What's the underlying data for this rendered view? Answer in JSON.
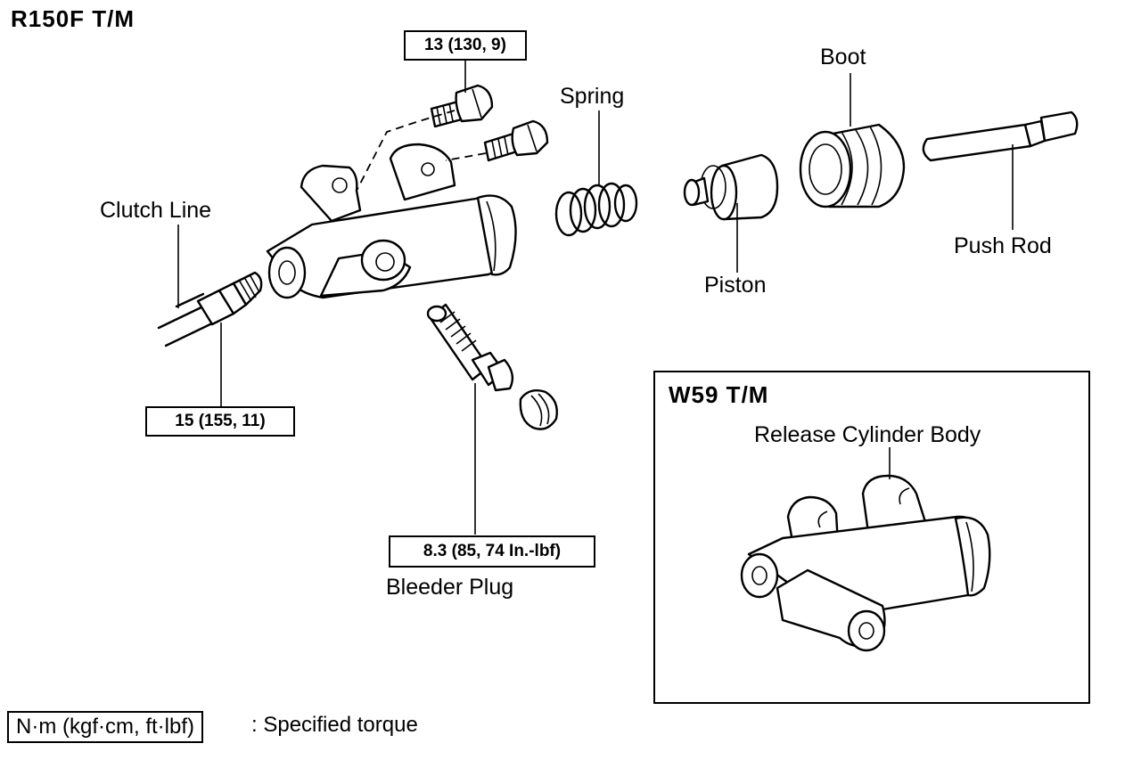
{
  "diagram": {
    "main_title": "R150F T/M",
    "inset_title": "W59 T/M",
    "labels": {
      "clutch_line": "Clutch Line",
      "spring": "Spring",
      "boot": "Boot",
      "push_rod": "Push Rod",
      "piston": "Piston",
      "bleeder_plug": "Bleeder Plug",
      "release_cylinder_body": "Release Cylinder Body"
    },
    "torques": {
      "bolt": "13 (130, 9)",
      "clutch_line": "15 (155, 11)",
      "bleeder_plug": "8.3 (85, 74 In.-lbf)"
    },
    "legend": {
      "unit_box": "N·m (kgf·cm, ft·lbf)",
      "description": ": Specified torque"
    }
  }
}
